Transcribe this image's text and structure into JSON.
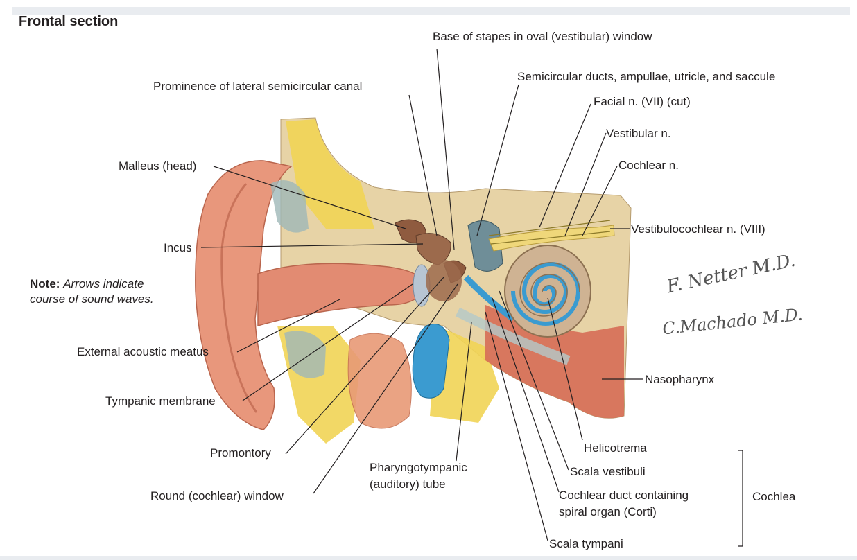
{
  "title": "Frontal section",
  "note": {
    "bold": "Note:",
    "line1": "Arrows indicate",
    "line2": "course of sound waves."
  },
  "labels": {
    "base_of_stapes": "Base of stapes in oval (vestibular) window",
    "semicircular_ducts": "Semicircular ducts, ampullae, utricle, and saccule",
    "prominence_lateral_canal": "Prominence of lateral semicircular canal",
    "facial_n": "Facial n. (VII) (cut)",
    "vestibular_n": "Vestibular n.",
    "cochlear_n": "Cochlear n.",
    "malleus": "Malleus (head)",
    "vestibulocochlear_n": "Vestibulocochlear n. (VIII)",
    "incus": "Incus",
    "external_acoustic_meatus": "External acoustic meatus",
    "tympanic_membrane": "Tympanic membrane",
    "nasopharynx": "Nasopharynx",
    "promontory": "Promontory",
    "helicotrema": "Helicotrema",
    "pharyngotympanic_tube_line1": "Pharyngotympanic",
    "pharyngotympanic_tube_line2": "(auditory) tube",
    "scala_vestibuli": "Scala vestibuli",
    "round_window": "Round (cochlear) window",
    "cochlear_duct_line1": "Cochlear duct containing",
    "cochlear_duct_line2": "spiral organ (Corti)",
    "cochlea": "Cochlea",
    "scala_tympani": "Scala tympani"
  },
  "signatures": {
    "netter": "F. Netter M.D.",
    "machado": "C.Machado M.D."
  },
  "colors": {
    "skin": "#e8977c",
    "bone": "#e7d3a6",
    "fat": "#f1d455",
    "lymph_blue": "#3b9bd0",
    "muscle": "#d66d56",
    "nerve": "#efd77a",
    "ossicle": "#8f5b3f"
  }
}
